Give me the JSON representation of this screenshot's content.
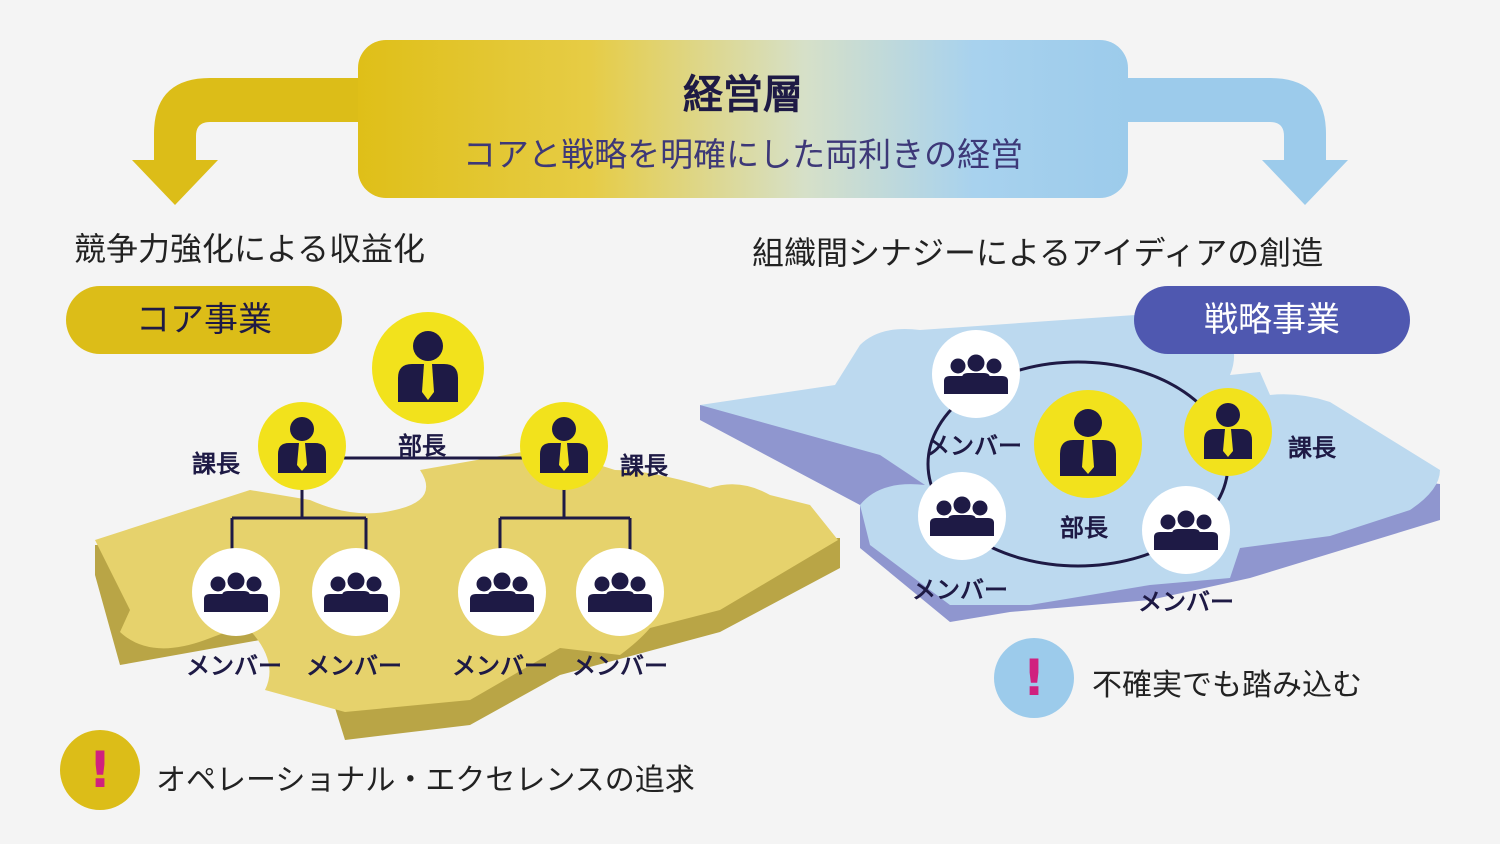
{
  "banner": {
    "title": "経営層",
    "subtitle": "コアと戦略を明確にした両利きの経営"
  },
  "left": {
    "heading": "競争力強化による収益化",
    "pill": "コア事業",
    "roles": {
      "director": "部長",
      "manager_left": "課長",
      "manager_right": "課長",
      "member_1": "メンバー",
      "member_2": "メンバー",
      "member_3": "メンバー",
      "member_4": "メンバー"
    },
    "note": "オペレーショナル・エクセレンスの追求"
  },
  "right": {
    "heading": "組織間シナジーによるアイディアの創造",
    "pill": "戦略事業",
    "roles": {
      "director": "部長",
      "manager": "課長",
      "member_top": "メンバー",
      "member_left": "メンバー",
      "member_right": "メンバー"
    },
    "note": "不確実でも踏み込む"
  },
  "colors": {
    "yellow": "#f2e21c",
    "gold": "#dcbd18",
    "navy": "#1e1a45",
    "light_blue": "#9ccbeb",
    "indigo": "#4f58b0",
    "magenta": "#d0217f"
  },
  "icons": {
    "alert": "!"
  }
}
